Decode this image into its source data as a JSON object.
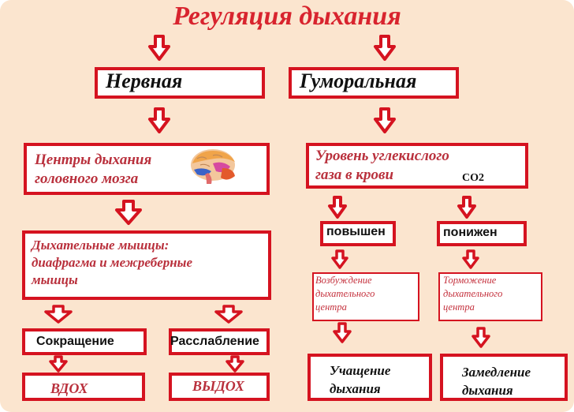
{
  "title": "Регуляция дыхания",
  "colors": {
    "background": "#fbe5cf",
    "border": "#d51320",
    "title": "#d8242e",
    "accent_text": "#b9303c"
  },
  "left": {
    "heading": "Нервная",
    "centers": "Центры дыхания\nголовного мозга",
    "centers_icon": "brain-icon",
    "muscles": "Дыхательные мышцы:\nдиафрагма и межреберные\nмышцы",
    "contraction": "Сокращение",
    "relaxation": "Расслабление",
    "inhale": "ВДОХ",
    "exhale": "ВЫДОХ"
  },
  "right": {
    "heading": "Гуморальная",
    "level": "Уровень углекислого\nгаза в крови",
    "co2": "CO2",
    "increased": "повышен",
    "decreased": "понижен",
    "excitation": "Возбуждение\nдыхательного\nцентра",
    "inhibition": "Торможение\nдыхательного\nцентра",
    "faster": "Учащение\nдыхания",
    "slower": "Замедление\nдыхания"
  }
}
